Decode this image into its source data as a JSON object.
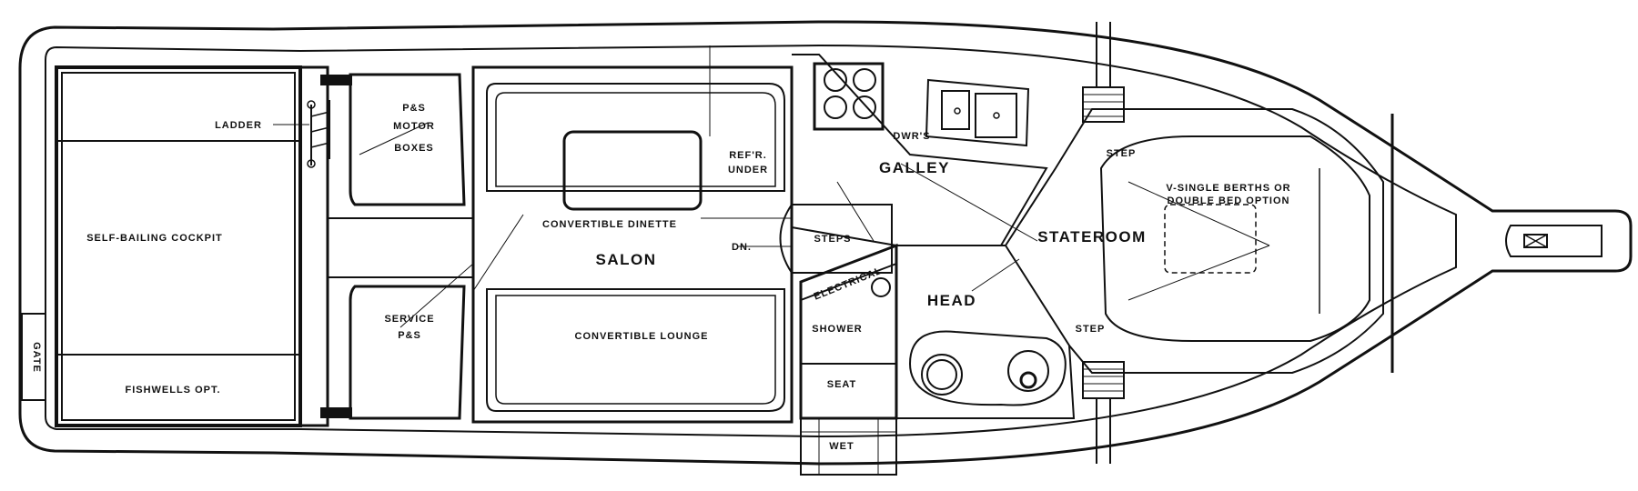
{
  "labels": {
    "ladder": "LADDER",
    "ps_motor_1": "P&S",
    "ps_motor_2": "MOTOR",
    "ps_motor_3": "BOXES",
    "self_bailing_cockpit": "SELF-BAILING COCKPIT",
    "gate": "GATE",
    "fishwells": "FISHWELLS OPT.",
    "service_1": "SERVICE",
    "service_2": "P&S",
    "convertible_dinette": "CONVERTIBLE DINETTE",
    "salon": "SALON",
    "convertible_lounge": "CONVERTIBLE LOUNGE",
    "refr_1": "REF'R.",
    "refr_2": "UNDER",
    "dn": "DN.",
    "steps": "STEPS",
    "galley": "GALLEY",
    "dwrs": "DWR'S",
    "electrical": "ELECTRICAL",
    "shower": "SHOWER",
    "seat": "SEAT",
    "wet": "WET",
    "head": "HEAD",
    "stateroom": "STATEROOM",
    "step_top": "STEP",
    "step_bottom": "STEP",
    "berths_1": "V-SINGLE BERTHS OR",
    "berths_2": "DOUBLE BED OPTION"
  }
}
